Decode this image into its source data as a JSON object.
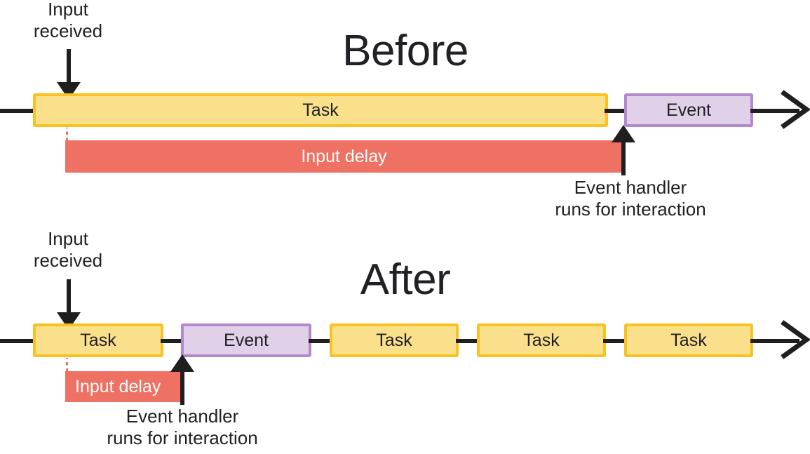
{
  "diagram": {
    "title_before": "Before",
    "title_after": "After"
  },
  "colors": {
    "task_fill": "#FBE08C",
    "task_border": "#F9C220",
    "event_fill": "#E0D0E8",
    "event_border": "#B289CE",
    "delay_fill": "#EE7163",
    "line": "#1f1f1f",
    "text": "#202124",
    "background": "#ffffff"
  },
  "before": {
    "title": "Before",
    "input_received_label": "Input\nreceived",
    "event_handler_label": "Event handler\nruns for interaction",
    "input_delay_label": "Input delay",
    "blocks": [
      {
        "label": "Task",
        "type": "task"
      },
      {
        "label": "Event",
        "type": "event"
      }
    ]
  },
  "after": {
    "title": "After",
    "input_received_label": "Input\nreceived",
    "event_handler_label": "Event handler\nruns for interaction",
    "input_delay_label": "Input delay",
    "blocks": [
      {
        "label": "Task",
        "type": "task"
      },
      {
        "label": "Event",
        "type": "event"
      },
      {
        "label": "Task",
        "type": "task"
      },
      {
        "label": "Task",
        "type": "task"
      },
      {
        "label": "Task",
        "type": "task"
      }
    ]
  }
}
